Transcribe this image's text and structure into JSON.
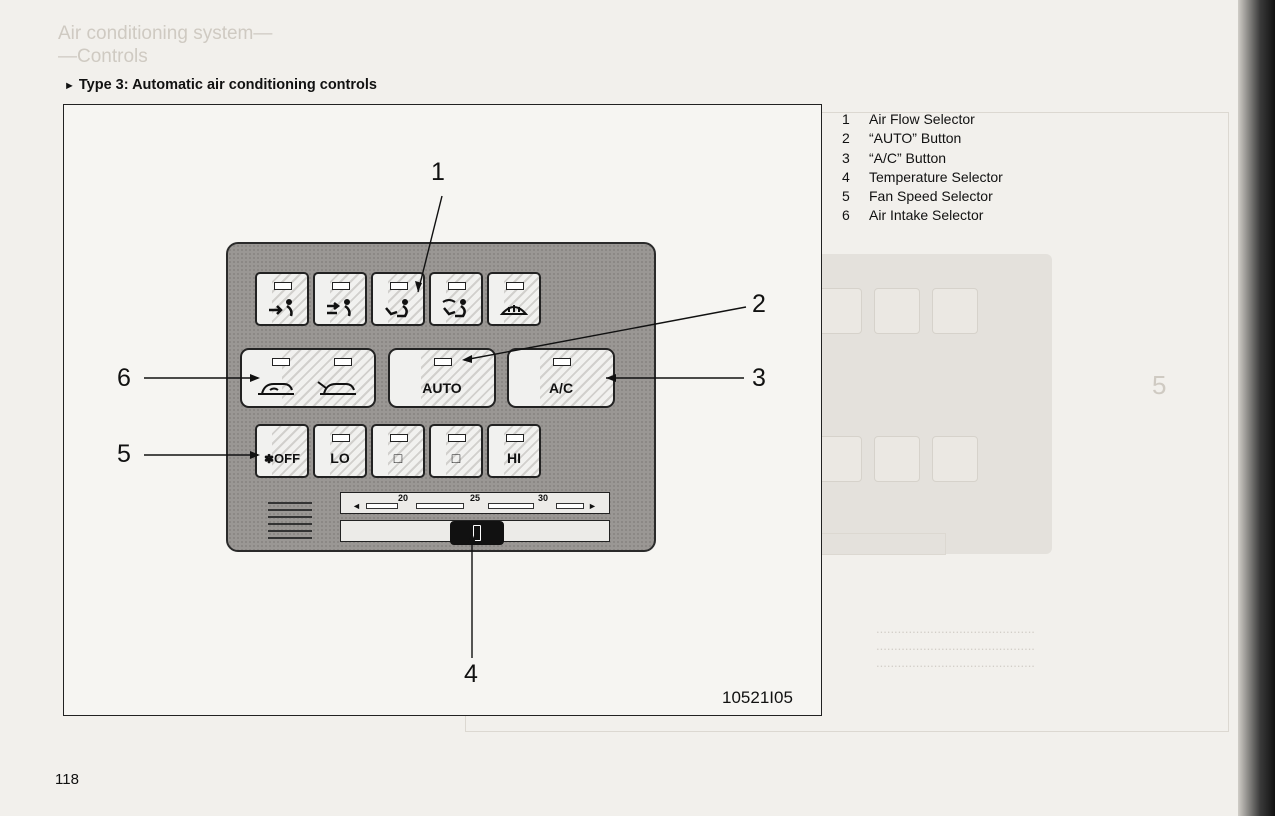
{
  "section_heading": {
    "marker": "►",
    "text": "Type 3:  Automatic air conditioning controls"
  },
  "legend": [
    {
      "num": "1",
      "label": "Air Flow Selector"
    },
    {
      "num": "2",
      "label": "“AUTO” Button"
    },
    {
      "num": "3",
      "label": "“A/C” Button"
    },
    {
      "num": "4",
      "label": "Temperature Selector"
    },
    {
      "num": "5",
      "label": "Fan Speed Selector"
    },
    {
      "num": "6",
      "label": "Air Intake Selector"
    }
  ],
  "callouts": {
    "c1": "1",
    "c2": "2",
    "c3": "3",
    "c4": "4",
    "c5": "5",
    "c6": "6"
  },
  "panel": {
    "auto_label": "AUTO",
    "ac_label": "A/C",
    "fan_off_label": "OFF",
    "fan_lo_label": "LO",
    "fan_mid1_label": "□",
    "fan_mid2_label": "□",
    "fan_hi_label": "HI",
    "temp_ticks": [
      "20",
      "25",
      "30"
    ]
  },
  "figure_id": "10521I05",
  "page_number": "118",
  "icons": [
    "vent-face-icon",
    "bilevel-icon",
    "foot-icon",
    "foot-defrost-icon",
    "defrost-icon",
    "recirculate-icon",
    "fresh-air-icon",
    "fan-icon"
  ]
}
